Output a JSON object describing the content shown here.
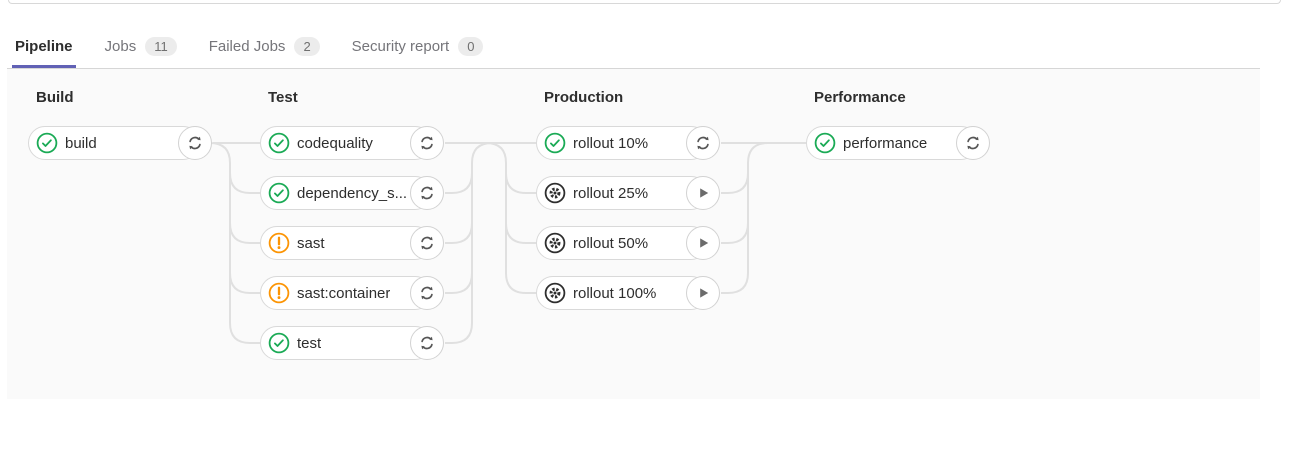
{
  "tabs": {
    "items": [
      {
        "label": "Pipeline",
        "badge": null,
        "active": true
      },
      {
        "label": "Jobs",
        "badge": "11",
        "active": false
      },
      {
        "label": "Failed Jobs",
        "badge": "2",
        "active": false
      },
      {
        "label": "Security report",
        "badge": "0",
        "active": false
      }
    ]
  },
  "colors": {
    "active_tab_underline": "#6161b5",
    "success": "#1aaa55",
    "warning": "#fc9403",
    "manual": "#2e2e2e",
    "action_icon": "#565656",
    "connector": "#e0e0e0",
    "panel_bg": "#fafafa"
  },
  "icons": {
    "success": "status-success-icon",
    "warning": "status-warning-icon",
    "manual": "status-manual-icon",
    "retry": "retry-icon",
    "play": "play-icon"
  },
  "pipeline": {
    "stages": [
      {
        "name": "Build",
        "jobs": [
          {
            "label": "build",
            "status": "success",
            "action": "retry"
          }
        ]
      },
      {
        "name": "Test",
        "jobs": [
          {
            "label": "codequality",
            "status": "success",
            "action": "retry"
          },
          {
            "label": "dependency_s...",
            "status": "success",
            "action": "retry"
          },
          {
            "label": "sast",
            "status": "warning",
            "action": "retry"
          },
          {
            "label": "sast:container",
            "status": "warning",
            "action": "retry"
          },
          {
            "label": "test",
            "status": "success",
            "action": "retry"
          }
        ]
      },
      {
        "name": "Production",
        "jobs": [
          {
            "label": "rollout 10%",
            "status": "success",
            "action": "retry"
          },
          {
            "label": "rollout 25%",
            "status": "manual",
            "action": "play"
          },
          {
            "label": "rollout 50%",
            "status": "manual",
            "action": "play"
          },
          {
            "label": "rollout 100%",
            "status": "manual",
            "action": "play"
          }
        ]
      },
      {
        "name": "Performance",
        "jobs": [
          {
            "label": "performance",
            "status": "success",
            "action": "retry"
          }
        ]
      }
    ]
  }
}
